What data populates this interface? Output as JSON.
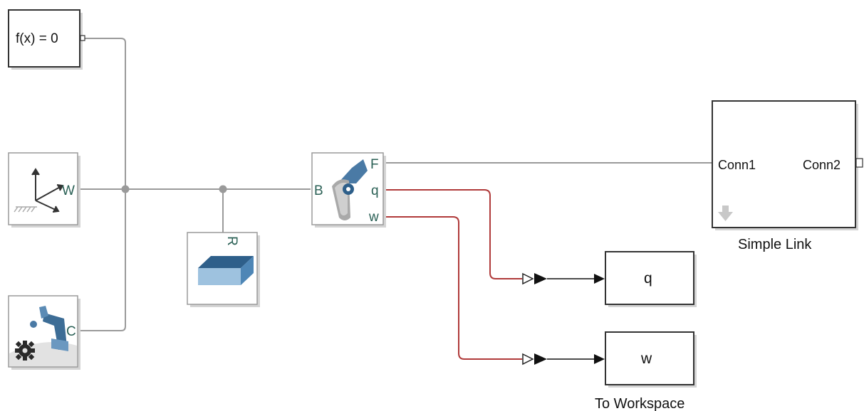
{
  "blocks": {
    "solver": {
      "text": "f(x) = 0"
    },
    "world": {
      "port_w": "W"
    },
    "config": {
      "port_c": "C"
    },
    "solid": {
      "port_r": "R"
    },
    "joint": {
      "port_b": "B",
      "port_f": "F",
      "port_q": "q",
      "port_w": "w"
    },
    "simple_link": {
      "conn1": "Conn1",
      "conn2": "Conn2",
      "caption": "Simple Link"
    },
    "to_ws_q": {
      "text": "q"
    },
    "to_ws_w": {
      "text": "w",
      "caption": "To Workspace"
    }
  },
  "colors": {
    "physical_line": "#9a9a9a",
    "signal_line": "#b03a3a",
    "port_label": "#2a6055",
    "block_border": "#333333",
    "shadow": "#d4d4d4"
  }
}
